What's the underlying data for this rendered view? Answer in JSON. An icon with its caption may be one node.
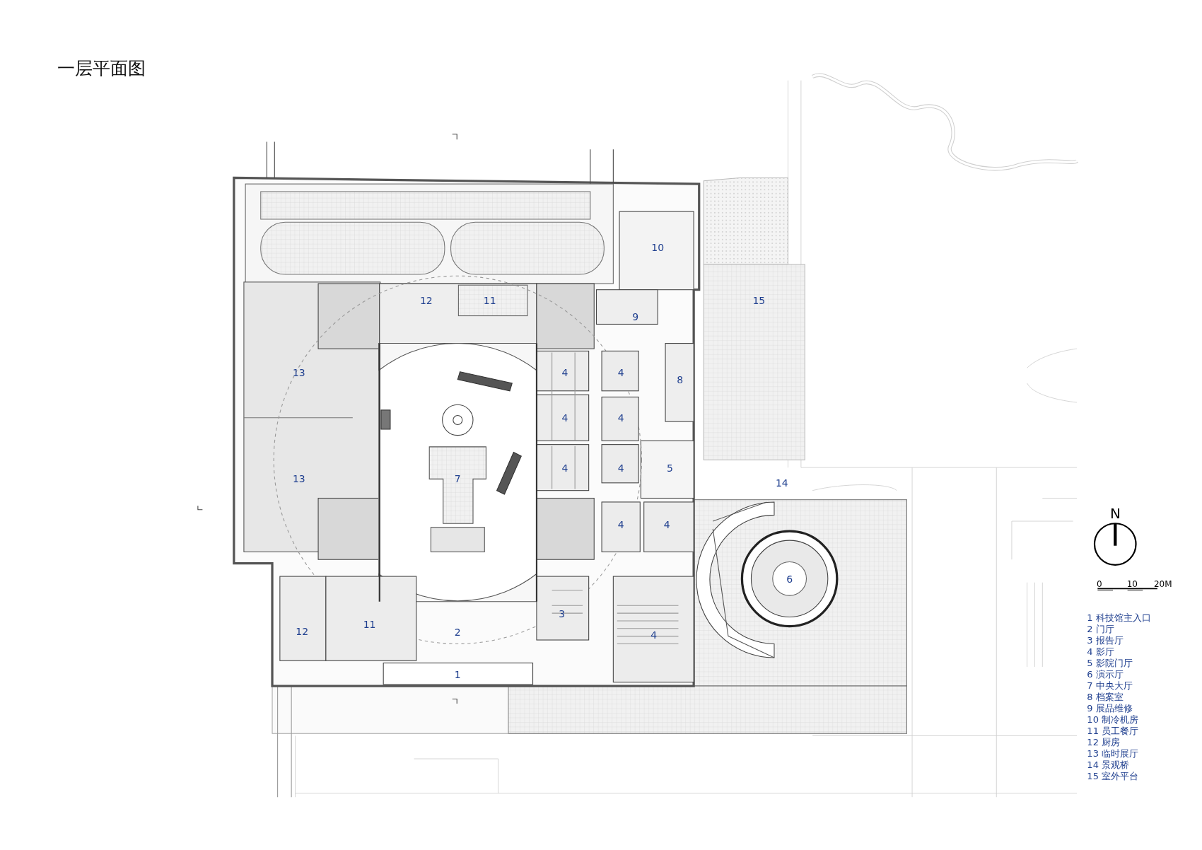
{
  "diagram": {
    "title": "一层平面图",
    "labels": [
      "10",
      "12",
      "11",
      "15",
      "9",
      "13",
      "4",
      "4",
      "8",
      "4",
      "4",
      "4",
      "4",
      "5",
      "13",
      "7",
      "14",
      "4",
      "4",
      "6",
      "3",
      "12",
      "11",
      "2",
      "4",
      "1",
      "N",
      "0",
      "10",
      "20M",
      "1 科技馆主入口",
      "2 门厅",
      "3 报告厅",
      "4 影厅",
      "5 影院门厅",
      "6 演示厅",
      "7 中央大厅",
      "8 档案室",
      "9 展品维修",
      "10 制冷机房",
      "11 员工餐厅",
      "12 厨房",
      "13 临时展厅",
      "14 景观桥",
      "15 室外平台"
    ]
  }
}
